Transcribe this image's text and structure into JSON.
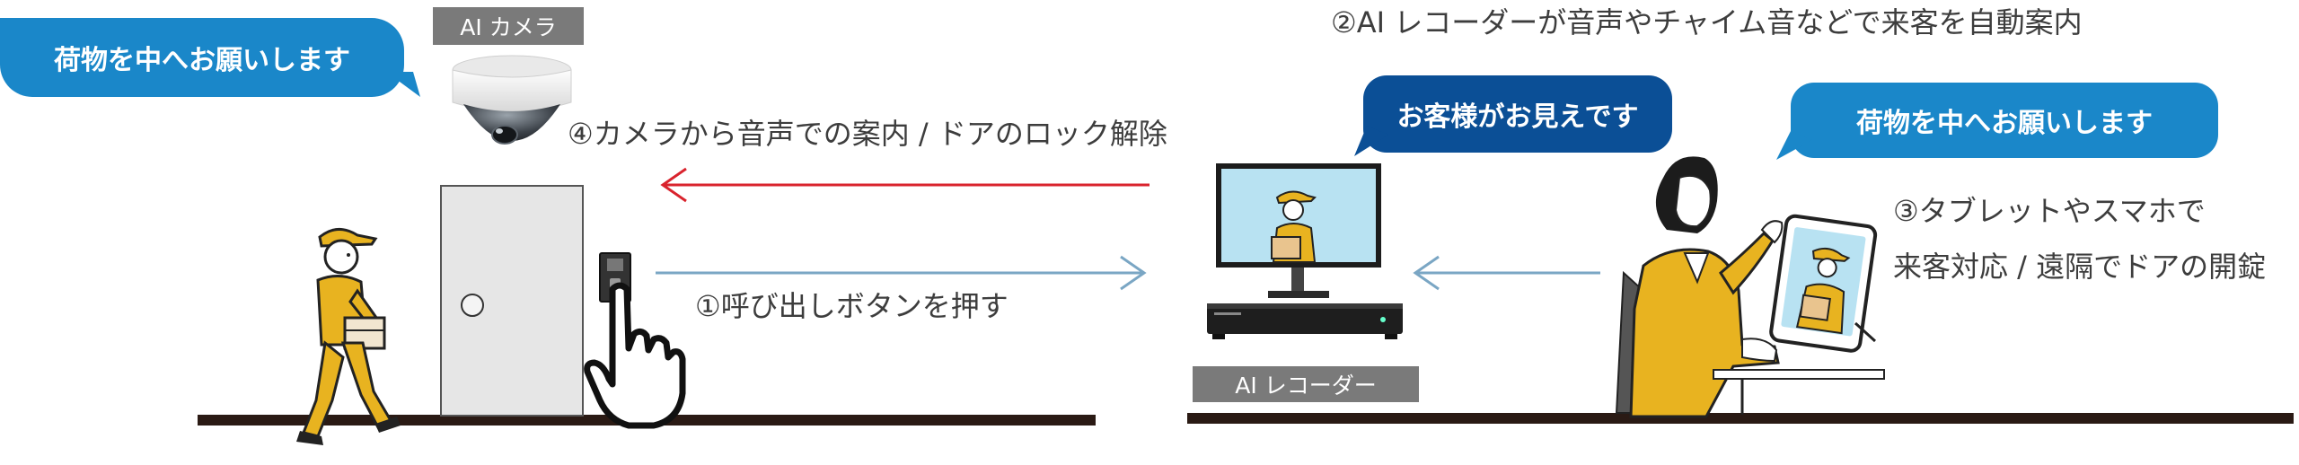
{
  "bubbles": {
    "courier_left": "荷物を中へお願いします",
    "recorder": "お客様がお見えです",
    "operator": "荷物を中へお願いします"
  },
  "tags": {
    "camera": "AI カメラ",
    "recorder": "AI レコーダー"
  },
  "steps": {
    "step1": "①呼び出しボタンを押す",
    "step2": "②AI レコーダーが音声やチャイム音などで来客を自動案内",
    "step3_line1": "③タブレットやスマホで",
    "step3_line2": "来客対応 / 遠隔でドアの開錠",
    "step4": "④カメラから音声での案内 / ドアのロック解除"
  },
  "icons": [
    "courier-figure-icon",
    "dome-camera-icon",
    "door-icon",
    "intercom-icon",
    "pointing-hand-icon",
    "monitor-icon",
    "recorder-device-icon",
    "operator-woman-icon",
    "tablet-icon"
  ],
  "colors": {
    "bubble_light": "#1a87c9",
    "bubble_dark": "#0b4f96",
    "arrow_red": "#d9232d",
    "arrow_blue": "#7aa6c4",
    "tag_gray": "#7a7a7a",
    "ground": "#2a1a14",
    "uniform_yellow": "#e8b320"
  }
}
